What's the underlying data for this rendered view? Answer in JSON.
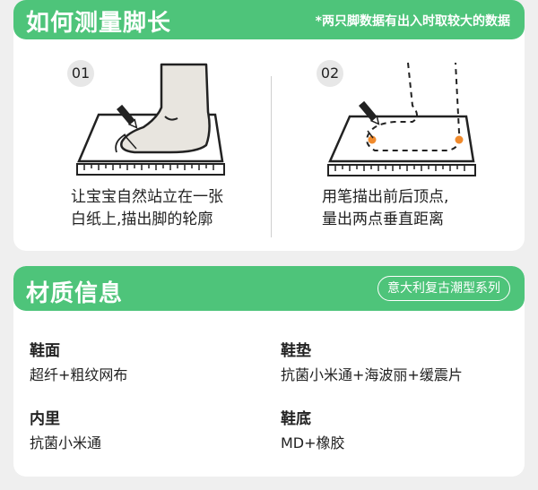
{
  "measure": {
    "title": "如何测量脚长",
    "note": "*两只脚数据有出入时取较大的数据",
    "steps": [
      {
        "number": "01",
        "text_line1": "让宝宝自然站立在一张",
        "text_line2": "白纸上,描出脚的轮廓"
      },
      {
        "number": "02",
        "text_line1": "用笔描出前后顶点,",
        "text_line2": "量出两点垂直距离"
      }
    ]
  },
  "material": {
    "title": "材质信息",
    "tag": "意大利复古潮型系列",
    "items": [
      {
        "label": "鞋面",
        "value": "超纤+粗纹网布"
      },
      {
        "label": "鞋垫",
        "value": "抗菌小米通+海波丽+缓震片"
      },
      {
        "label": "内里",
        "value": "抗菌小米通"
      },
      {
        "label": "鞋底",
        "value": "MD+橡胶"
      }
    ]
  },
  "colors": {
    "accent": "#4ec47a",
    "marker": "#f08a2c"
  }
}
